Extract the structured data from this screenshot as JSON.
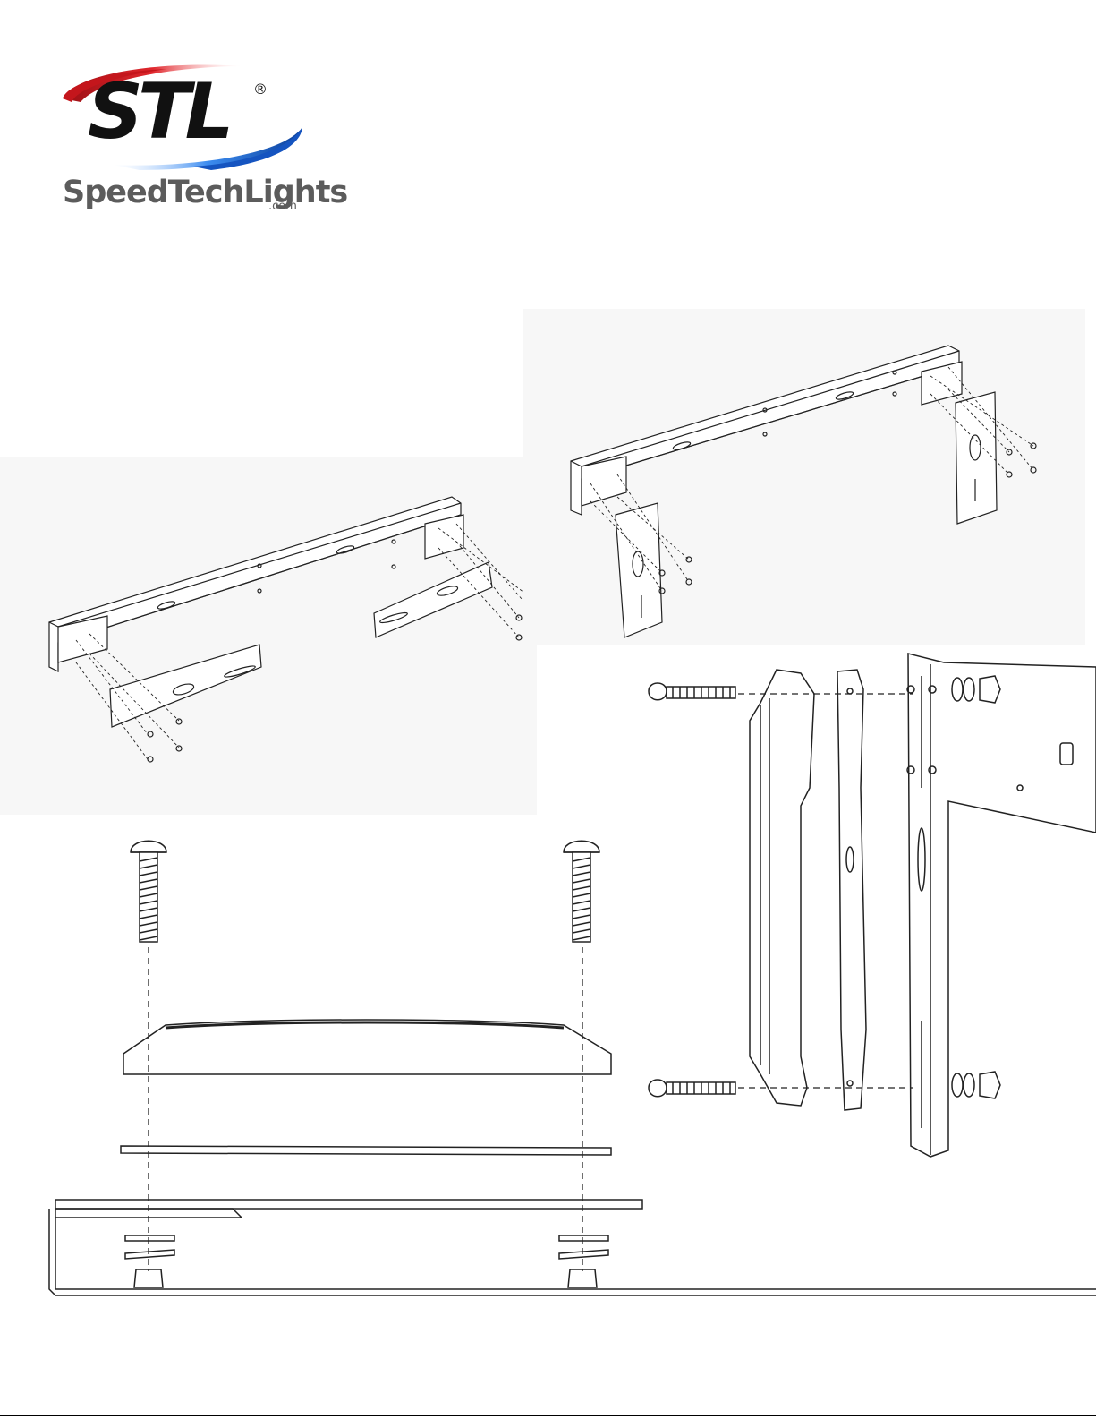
{
  "brand": {
    "logo_text": "STL",
    "registered_mark": "®",
    "wordmark": "SpeedTechLights",
    "domain_suffix": ".com",
    "colors": {
      "swoosh_red": "#d8232a",
      "swoosh_blue": "#1f6fd8",
      "letters": "#111111",
      "wordmark": "#5c5c5c"
    }
  },
  "diagrams": [
    {
      "name": "bracket-horizontal-exploded"
    },
    {
      "name": "bracket-vertical-exploded"
    },
    {
      "name": "light-head-side-mount-exploded"
    },
    {
      "name": "light-head-top-mount-exploded"
    }
  ]
}
